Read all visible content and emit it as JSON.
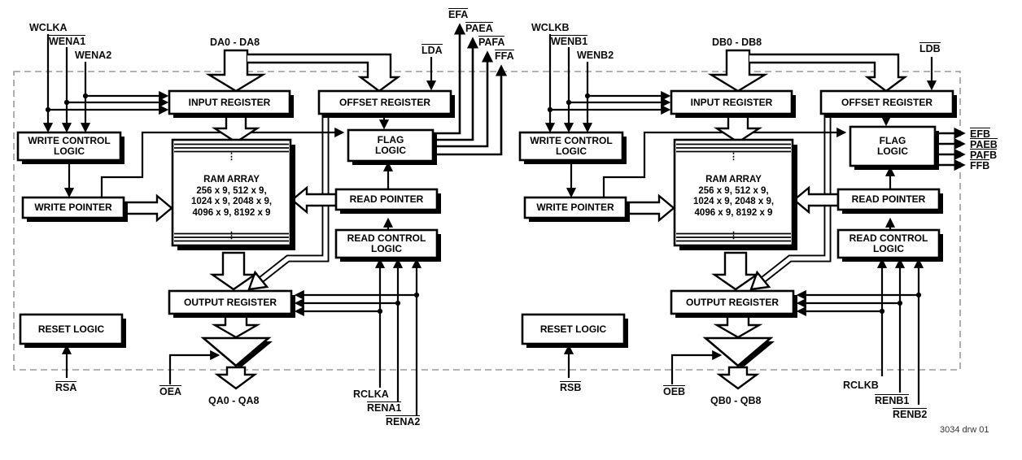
{
  "caption": "3034 drw 01",
  "colors": {
    "line": "#000000",
    "box_fill": "#ffffff",
    "shadow": "#000000",
    "boundary_dash": "#999999",
    "background": "#ffffff"
  },
  "blocks": {
    "input_register": "INPUT REGISTER",
    "offset_register": "OFFSET REGISTER",
    "flag_logic": "FLAG LOGIC",
    "write_control_logic": "WRITE CONTROL LOGIC",
    "write_pointer": "WRITE POINTER",
    "read_pointer": "READ POINTER",
    "read_control_logic": "READ CONTROL LOGIC",
    "output_register": "OUTPUT REGISTER",
    "reset_logic": "RESET LOGIC",
    "ram_array": {
      "title": "RAM ARRAY",
      "sizes_line1": "256 x 9, 512 x 9,",
      "sizes_line2": "1024 x 9, 2048 x 9,",
      "sizes_line3": "4096 x 9, 8192 x 9",
      "ellipsis": "⋮"
    }
  },
  "port_a": {
    "write_clock": "WCLKA",
    "write_enable1": "WENA1",
    "write_enable2": "WENA2",
    "data_inputs": "DA0 - DA8",
    "load": "LDA",
    "empty_flag": "EFA",
    "almost_empty_flag": "PAEA",
    "almost_full_flag": "PAFA",
    "full_flag": "FFA",
    "reset": "RSA",
    "output_enable": "OEA",
    "data_outputs": "QA0 - QA8",
    "read_clock": "RCLKA",
    "read_enable1": "RENA1",
    "read_enable2": "RENA2"
  },
  "port_b": {
    "write_clock": "WCLKB",
    "write_enable1": "WENB1",
    "write_enable2": "WENB2",
    "data_inputs": "DB0 - DB8",
    "load": "LDB",
    "empty_flag": "EFB",
    "almost_empty_flag": "PAEB",
    "almost_full_flag": "PAFB",
    "full_flag": "FFB",
    "reset": "RSB",
    "output_enable": "OEB",
    "data_outputs": "QB0 - QB8",
    "read_clock": "RCLKB",
    "read_enable1": "RENB1",
    "read_enable2": "RENB2"
  }
}
